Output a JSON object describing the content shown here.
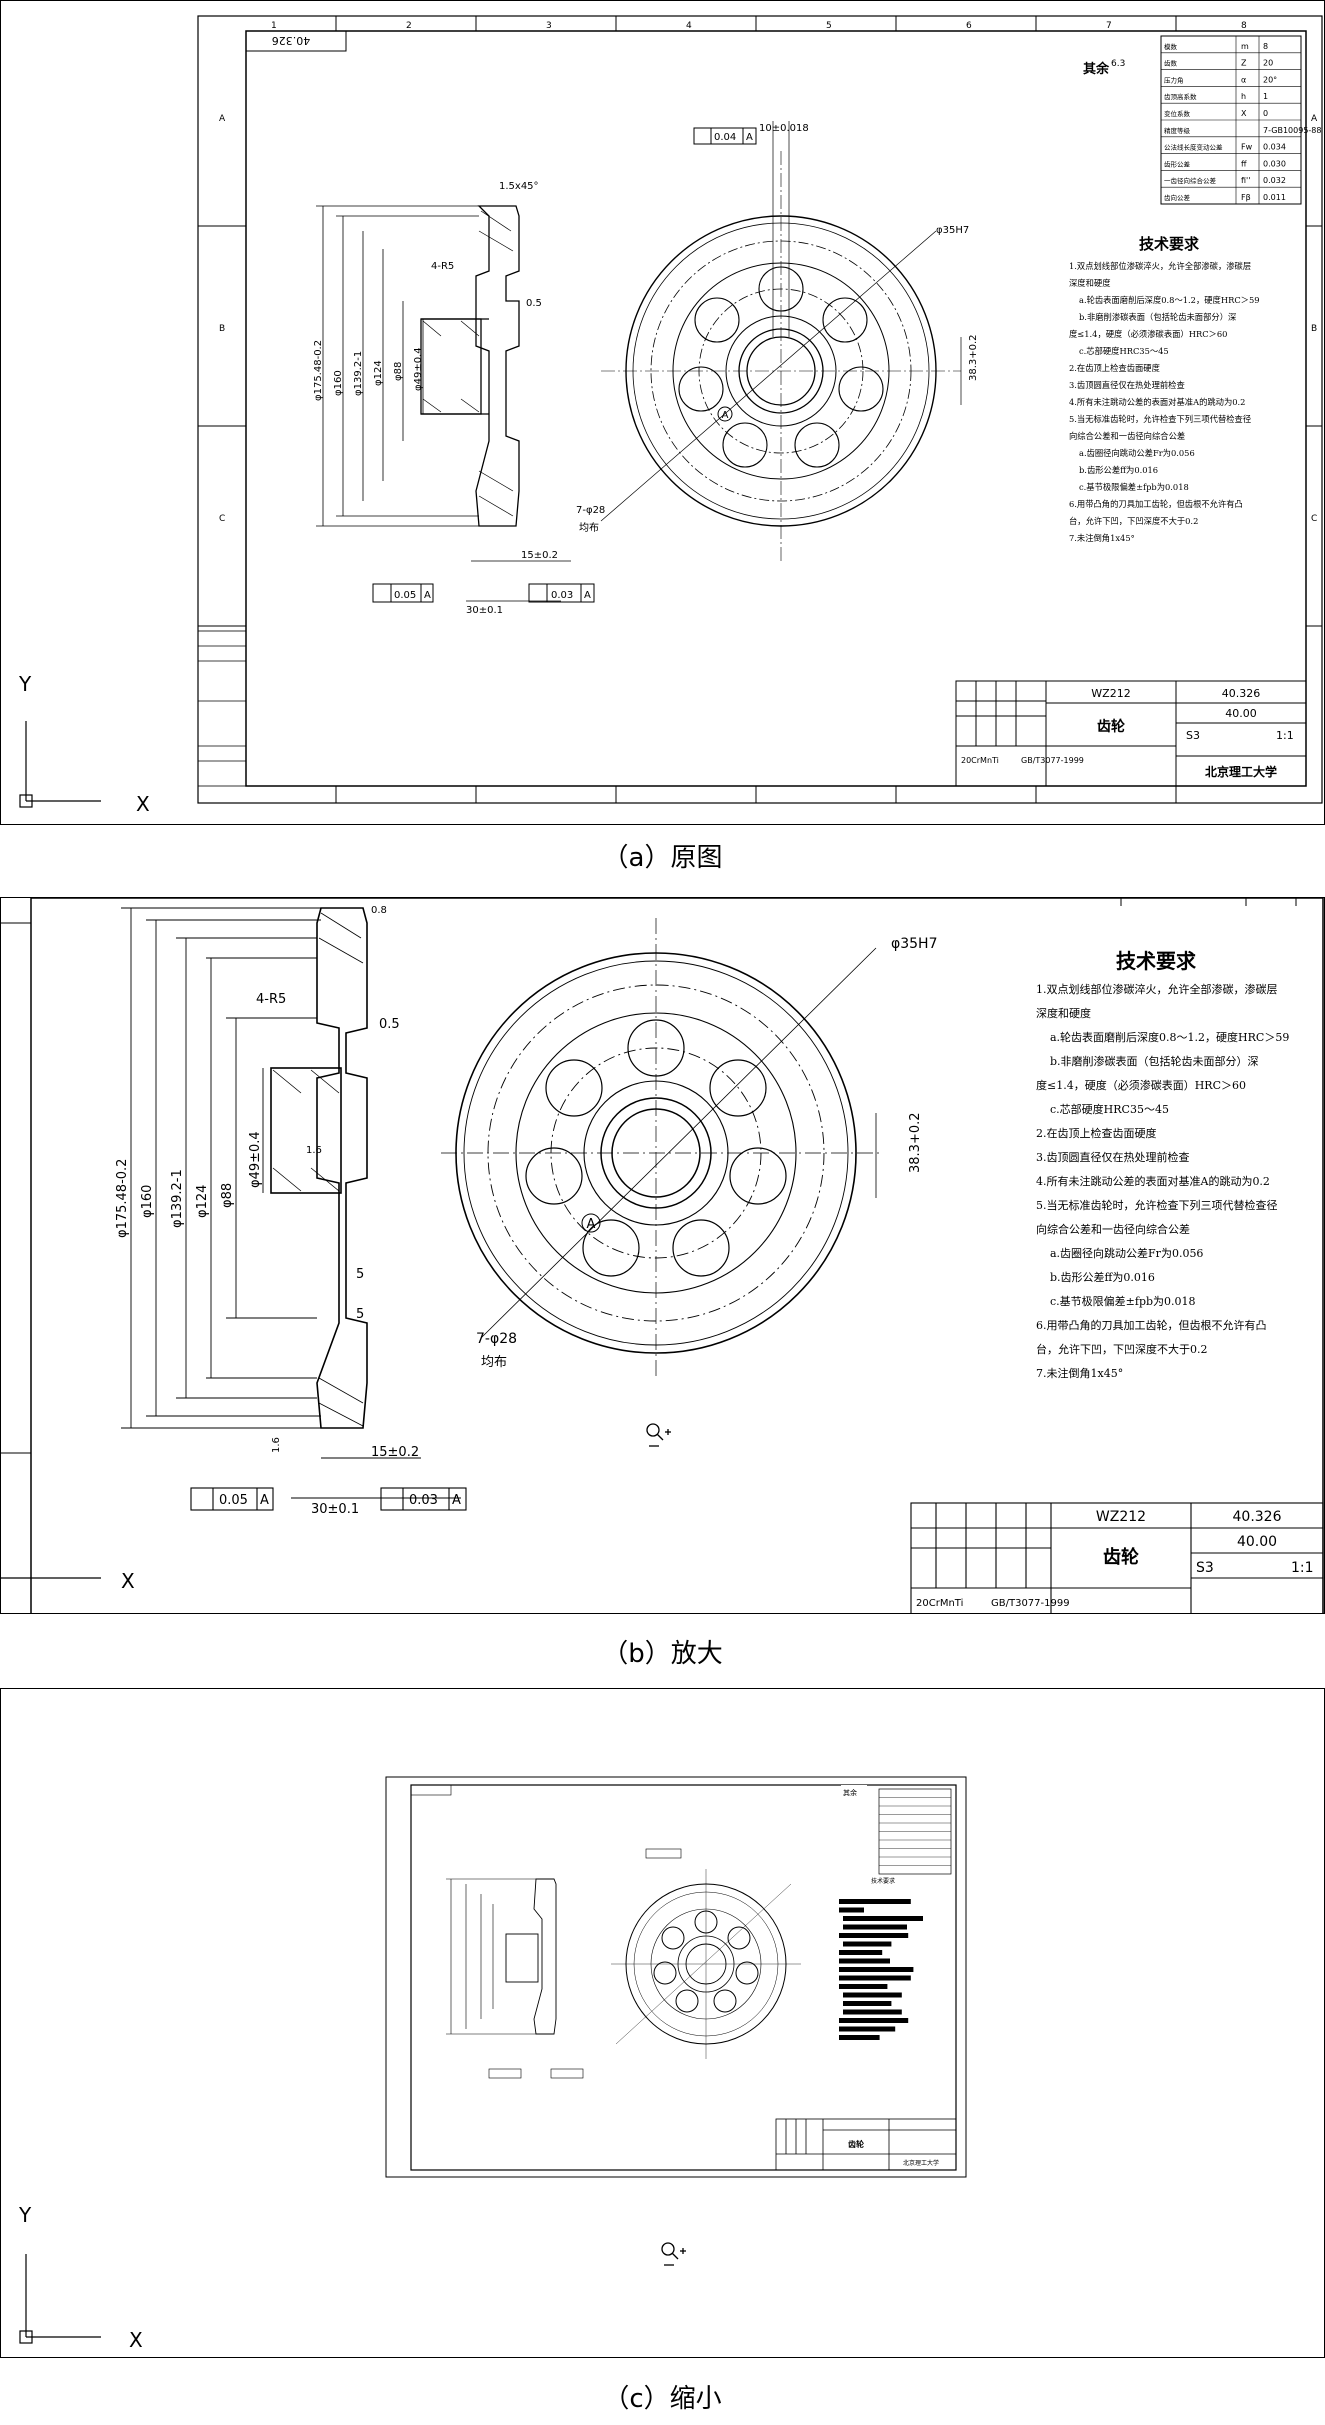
{
  "captions": {
    "a": "（a）原图",
    "b": "（b）放大",
    "c": "（c）缩小"
  },
  "axes": {
    "y": "Y",
    "x": "X"
  },
  "drawing": {
    "doc_no": "40.326",
    "roughness_note": "其余",
    "roughness_val": "6.3",
    "tech_title": "技术要求",
    "tech_items": [
      "1.双点划线部位渗碳淬火，允许全部渗碳，渗碳层",
      "深度和硬度",
      "a.轮齿表面磨削后深度0.8～1.2，硬度HRC＞59",
      "b.非磨削渗碳表面（包括轮齿未面部分）深",
      "度≤1.4，硬度（必须渗碳表面）HRC＞60",
      "c.芯部硬度HRC35～45",
      "2.在齿顶上检查齿面硬度",
      "3.齿顶圆直径仅在热处理前检查",
      "4.所有未注跳动公差的表面对基准A的跳动为0.2",
      "5.当无标准齿轮时，允许检查下列三项代替检查径",
      "向综合公差和一齿径向综合公差",
      "a.齿圈径向跳动公差Fr为0.056",
      "b.齿形公差ff为0.016",
      "c.基节极限偏差±fpb为0.018",
      "6.用带凸角的刀具加工齿轮，但齿根不允许有凸",
      "台，允许下凹，下凹深度不大于0.2",
      "7.未注倒角1x45°"
    ],
    "params": [
      [
        "模数",
        "m",
        "8"
      ],
      [
        "齿数",
        "Z",
        "20"
      ],
      [
        "压力角",
        "α",
        "20°"
      ],
      [
        "齿顶高系数",
        "h",
        "1"
      ],
      [
        "变位系数",
        "X",
        "0"
      ],
      [
        "精度等级",
        "",
        "7-GB10095-88"
      ],
      [
        "公法线长度变动公差",
        "Fw",
        "0.034"
      ],
      [
        "齿形公差",
        "ff",
        "0.030"
      ],
      [
        "一齿径向综合公差",
        "fi''",
        "0.032"
      ],
      [
        "齿向公差",
        "Fβ",
        "0.011"
      ]
    ],
    "dims": {
      "chamfer": "1.5x45°",
      "r5": "4-R5",
      "d175": "φ175.48-0.2",
      "d160": "φ160",
      "d139": "φ139.2-1",
      "d124": "φ124",
      "d88": "φ88",
      "d49": "φ49±0.4",
      "p05": "0.5",
      "five": "5",
      "w15": "15±0.2",
      "w30": "30±0.1",
      "run1": "0.05",
      "run2": "0.03",
      "datumA": "A",
      "bore": "φ35H7",
      "key_w": "10±0.018",
      "key_h": "38.3+0.2",
      "holes": "7-φ28",
      "holes_note": "均布",
      "flat": "0.04",
      "r16": "1.6",
      "r08": "0.8"
    },
    "title_block": {
      "code": "WZ212",
      "doc": "40.326",
      "part": "齿轮",
      "mass": "40.00",
      "scale": "1:1",
      "stage": "S3",
      "material": "20CrMnTi",
      "std": "GB/T3077-1999",
      "school": "北京理工大学"
    }
  },
  "zoom_icon": "zoom-cursor-icon",
  "ucs_icon": "ucs-axis-icon"
}
